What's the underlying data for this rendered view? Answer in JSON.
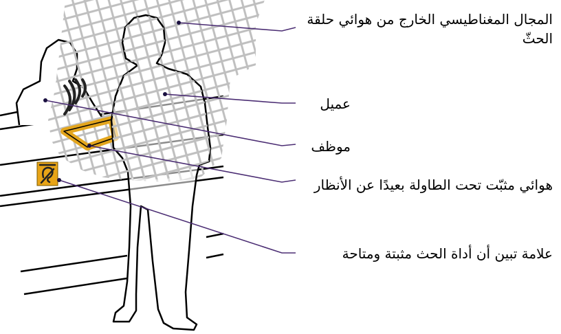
{
  "labels": {
    "magnetic_field": "المجال المغناطيسي الخارج من هوائي حلقة الحثّ",
    "customer": "عميل",
    "staff": "موظف",
    "antenna": "هوائي مثبّت تحت الطاولة بعيدًا عن الأنظار",
    "sign": "علامة تبين أن أداة الحث مثبتة ومتاحة"
  },
  "colors": {
    "leader_line": "#4b2d73",
    "mesh": "#bfbfbf",
    "antenna_loop": "#e3a51d",
    "sign_bg": "#e8a417",
    "outline": "#000000"
  },
  "icons": {
    "sign_symbol": "hearing-loop-ear-icon"
  }
}
